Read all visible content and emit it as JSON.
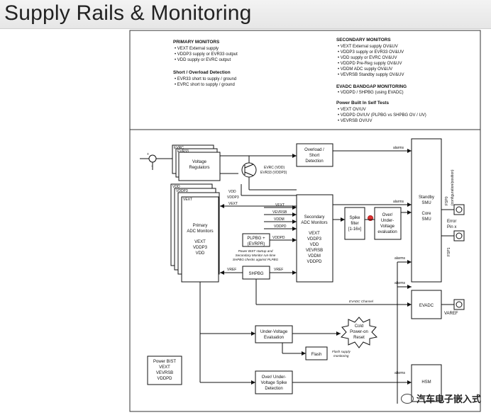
{
  "page": {
    "title": "Supply Rails & Monitoring"
  },
  "panel": {
    "primary_monitors": {
      "heading": "PRIMARY MONITORS",
      "items": [
        "• VEXT External supply",
        "• VDDP3 supply or EVR33 output",
        "• VDD supply or EVRC output"
      ]
    },
    "short_detection": {
      "heading": "Short / Overload Detection",
      "items": [
        "• EVR33 short to supply / ground",
        "• EVRC short to supply / ground"
      ]
    },
    "secondary_monitors": {
      "heading": "SECONDARY MONITORS",
      "items": [
        "• VEXT External supply  OV&UV",
        "• VDDP3 supply or EVR33 OV&UV",
        "• VDD supply or EVRC OV&UV",
        "• VDDPD Pre-Reg supply OV&UV",
        "• VDDM ADC supply OV&UV",
        "• VEVRSB Standby supply OV&UV"
      ]
    },
    "evadc_bandgap": {
      "heading": "EVADC BANDGAP MONITORING",
      "items": [
        "• VDDPD / SHPBG (using EVADC)"
      ]
    },
    "power_bist": {
      "heading": "Power Built In Self Tests",
      "items": [
        "• VEXT OV/UV",
        "• VDDPD OV/UV  (PLPBG vs SHPBG OV / UV)",
        "• VEVRSB OV/UV"
      ]
    }
  },
  "diagram": {
    "evrc": "EVRC",
    "evr33": "EVR33",
    "voltage_regulators": [
      "Voltage",
      "Regulators"
    ],
    "overload_detection": [
      "Overload /",
      "Short",
      "Detection"
    ],
    "transistor_label": [
      "EVRC (VDD)",
      "EVR33 (VDDP3)"
    ],
    "vdd_stack": [
      "VDD",
      "VDDP3",
      "VEXT"
    ],
    "primary_adc": [
      "Primary",
      "ADC Monitors",
      "",
      "VEXT",
      "VDDP3",
      "VDD"
    ],
    "sig_vdd_vddp3": [
      "VDD",
      "VDDP3"
    ],
    "sig_vext": "VEXT",
    "sig_list": [
      "VEXT",
      "VEVRSB",
      "VDDM",
      "VDDPD"
    ],
    "secondary_adc": [
      "Secondary",
      "ADC Monitors",
      "",
      "VEXT",
      "VDDP3",
      "VDD",
      "VEVRSB",
      "VDDM",
      "VDDPD"
    ],
    "plpbg": [
      "PLPBG +",
      "(EVRPR)"
    ],
    "sig_vddpd": "VDDPD",
    "bist_note": [
      "Power BIST startup and",
      "Secondary Monitor run-time",
      "SHPBG checks against PLPBG"
    ],
    "vref_left": "VREF",
    "vref_right": "VREF",
    "shpbg": "SHPBG",
    "spike_filter": [
      "Spike",
      "filter",
      "[1-16x]"
    ],
    "ov_uv_eval": [
      "Over/",
      "Under-",
      "Voltage",
      "evaluation"
    ],
    "alarms": "alarms",
    "standby_smu": [
      "Standby",
      "SMU",
      "",
      "Core",
      "SMU"
    ],
    "fsp0": "FSP0",
    "fsp0_sub": "(configuration/position)",
    "error_pin": [
      "Error",
      "Pin x"
    ],
    "fsp1": "FSP1",
    "evadc_channel": "EVADC Channel",
    "evadc": "EVADC",
    "varef": "VAREF",
    "uv_eval": [
      "Under-Voltage",
      "Evaluation"
    ],
    "cold_reset": [
      "Cold",
      "Power-on",
      "Reset"
    ],
    "flash": "Flash",
    "flash_note": [
      "Flash supply",
      "monitoring"
    ],
    "power_bist_box": [
      "Power BIST",
      "VEXT",
      "VEVRSB",
      "VDDPD"
    ],
    "spike_detection": [
      "Over/ Under-",
      "Voltage Spike",
      "Detection"
    ],
    "hsm": "HSM"
  },
  "watermark": "汽车电子嵌入式"
}
